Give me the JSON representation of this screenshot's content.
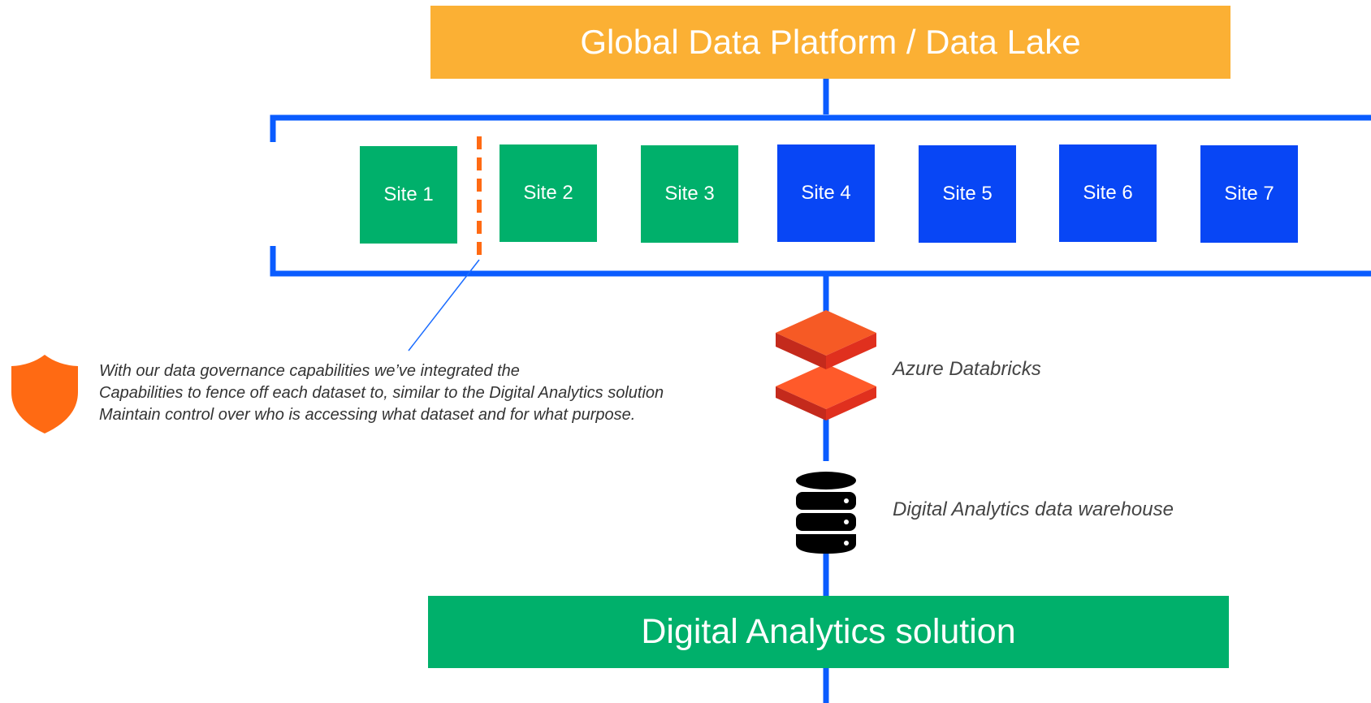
{
  "title": "Global Data Platform / Data Lake",
  "sites": [
    {
      "label": "Site 1",
      "color": "green"
    },
    {
      "label": "Site 2",
      "color": "green"
    },
    {
      "label": "Site 3",
      "color": "green"
    },
    {
      "label": "Site 4",
      "color": "blue"
    },
    {
      "label": "Site 5",
      "color": "blue"
    },
    {
      "label": "Site 6",
      "color": "blue"
    },
    {
      "label": "Site 7",
      "color": "blue"
    }
  ],
  "databricks": {
    "label": "Azure Databricks"
  },
  "warehouse": {
    "label": "Digital Analytics data warehouse"
  },
  "solution": {
    "label": "Digital Analytics solution"
  },
  "governance_note": {
    "lines": [
      "With our data governance capabilities we’ve integrated the",
      "Capabilities to fence off each dataset to, similar to the Digital Analytics solution",
      "Maintain control over who is accessing what dataset and for what purpose."
    ]
  },
  "colors": {
    "platform": "#fbb034",
    "green": "#00b06b",
    "blue": "#0846f5",
    "connector": "#0a5cff",
    "fence": "#ff6a13",
    "databricks": "#e8402a",
    "shield": "#ff6a13"
  },
  "icons": [
    "shield-icon",
    "databricks-icon",
    "database-icon"
  ]
}
